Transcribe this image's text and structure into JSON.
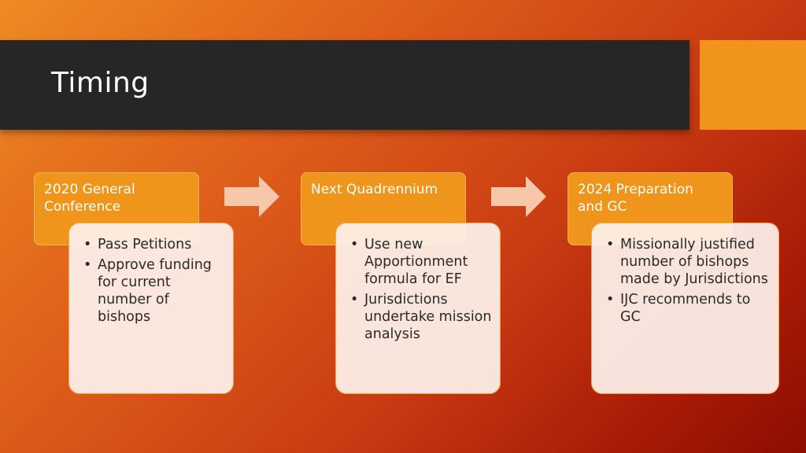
{
  "title": "Timing",
  "colors": {
    "title_bar": "#262626",
    "accent": "#f0941c",
    "step_header": "#f0951c",
    "step_body": "#fceee8",
    "arrow": "#f8c6a8"
  },
  "steps": [
    {
      "header": "2020 General Conference",
      "bullets": [
        "Pass Petitions",
        "Approve funding for current number of bishops"
      ]
    },
    {
      "header": "Next Quadrennium",
      "bullets": [
        "Use new Apportionment formula for EF",
        "Jurisdictions undertake mission analysis"
      ]
    },
    {
      "header": "2024 Preparation and GC",
      "bullets": [
        "Missionally justified number of bishops made by Jurisdictions",
        "IJC recommends to GC"
      ]
    }
  ],
  "connectors": [
    "arrow-right-icon",
    "arrow-right-icon"
  ]
}
